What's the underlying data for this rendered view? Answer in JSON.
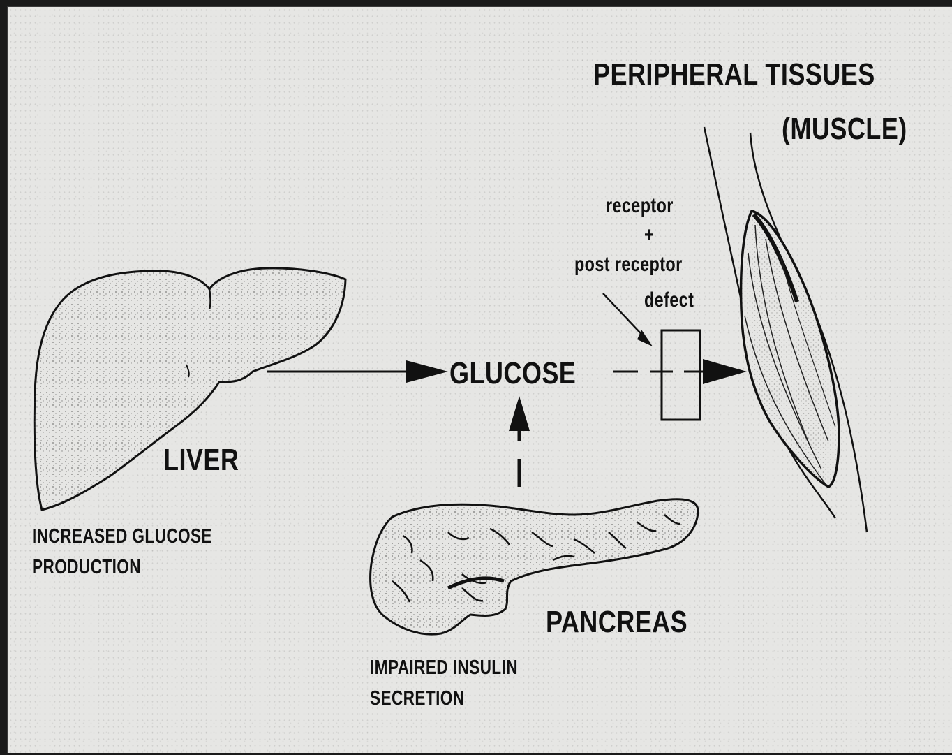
{
  "title_line1": "PERIPHERAL TISSUES",
  "title_line2": "(MUSCLE)",
  "liver": {
    "name": "LIVER",
    "caption_line1": "INCREASED GLUCOSE",
    "caption_line2": "PRODUCTION"
  },
  "glucose": "GLUCOSE",
  "pancreas": {
    "name": "PANCREAS",
    "caption_line1": "IMPAIRED INSULIN",
    "caption_line2": "SECRETION"
  },
  "defect_note": {
    "line1": "receptor",
    "line2": "+",
    "line3": "post receptor",
    "line4": "defect"
  }
}
